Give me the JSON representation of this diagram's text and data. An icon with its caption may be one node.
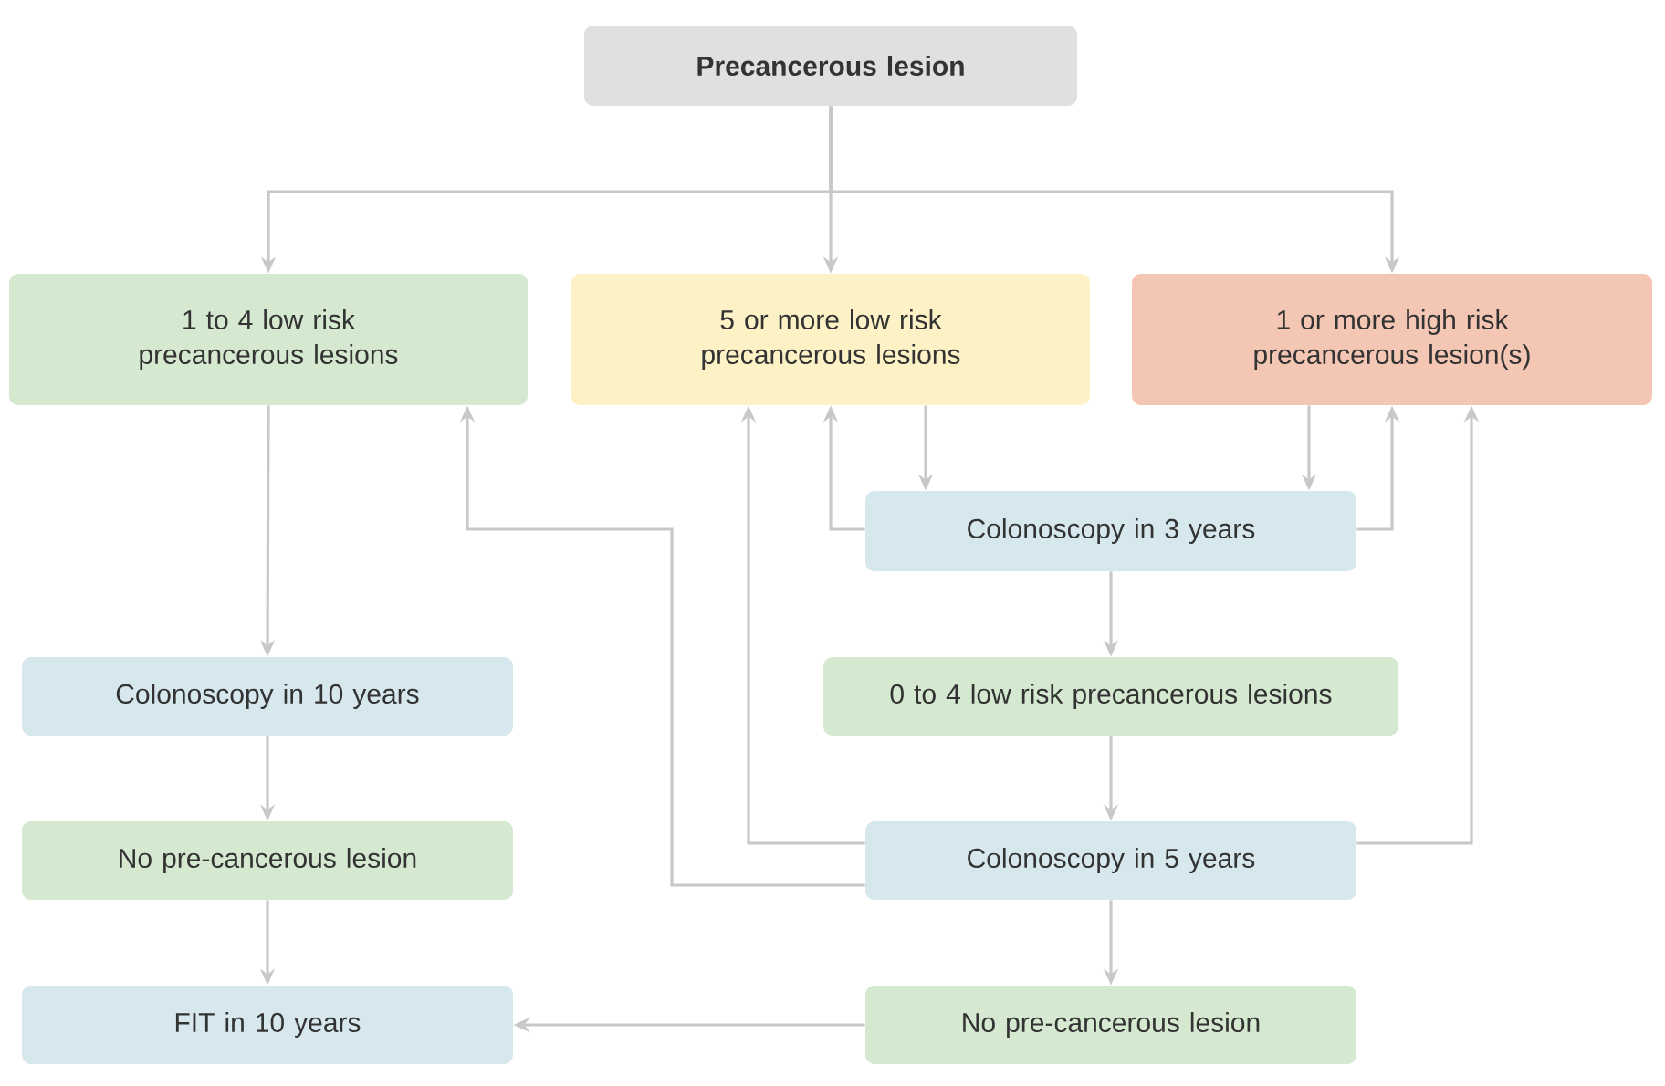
{
  "diagram": {
    "nodes": [
      {
        "text": [
          "Precancerous lesion"
        ]
      },
      {
        "text": [
          "1 to 4 low risk precancerous lesions"
        ]
      },
      {
        "text": [
          "5 or more low risk precancerous lesions"
        ]
      },
      {
        "text": [
          "1 or more high risk precancerous lesion(s)"
        ]
      },
      {
        "text": [
          "Colonoscopy in 3 years"
        ]
      },
      {
        "text": [
          "Colonoscopy in 10 years"
        ]
      },
      {
        "text": [
          "0 to 4 low risk precancerous lesions"
        ]
      },
      {
        "text": [
          "No pre-cancerous lesion"
        ]
      },
      {
        "text": [
          "Colonoscopy in 5 years"
        ]
      },
      {
        "text": [
          "FIT in 10 years"
        ]
      },
      {
        "text": [
          "No pre-cancerous lesion"
        ]
      }
    ],
    "edges": [
      {
        "from": 0,
        "to": 1,
        "arrow": "to"
      },
      {
        "from": 0,
        "to": 2,
        "arrow": "to"
      },
      {
        "from": 0,
        "to": 3,
        "arrow": "to"
      },
      {
        "from": 2,
        "to": 4,
        "arrow": "to"
      },
      {
        "from": 3,
        "to": 4,
        "arrow": "to"
      },
      {
        "from": 4,
        "to": 2,
        "arrow": "to"
      },
      {
        "from": 4,
        "to": 3,
        "arrow": "to"
      },
      {
        "from": 1,
        "to": 5,
        "arrow": "to"
      },
      {
        "from": 4,
        "to": 6,
        "arrow": "to"
      },
      {
        "from": 5,
        "to": 7,
        "arrow": "to"
      },
      {
        "from": 6,
        "to": 8,
        "arrow": "to"
      },
      {
        "from": 8,
        "to": 1,
        "arrow": "to"
      },
      {
        "from": 8,
        "to": 2,
        "arrow": "to"
      },
      {
        "from": 8,
        "to": 3,
        "arrow": "to"
      },
      {
        "from": 7,
        "to": 9,
        "arrow": "to"
      },
      {
        "from": 8,
        "to": 10,
        "arrow": "to"
      },
      {
        "from": 10,
        "to": 9,
        "arrow": "to"
      }
    ]
  }
}
